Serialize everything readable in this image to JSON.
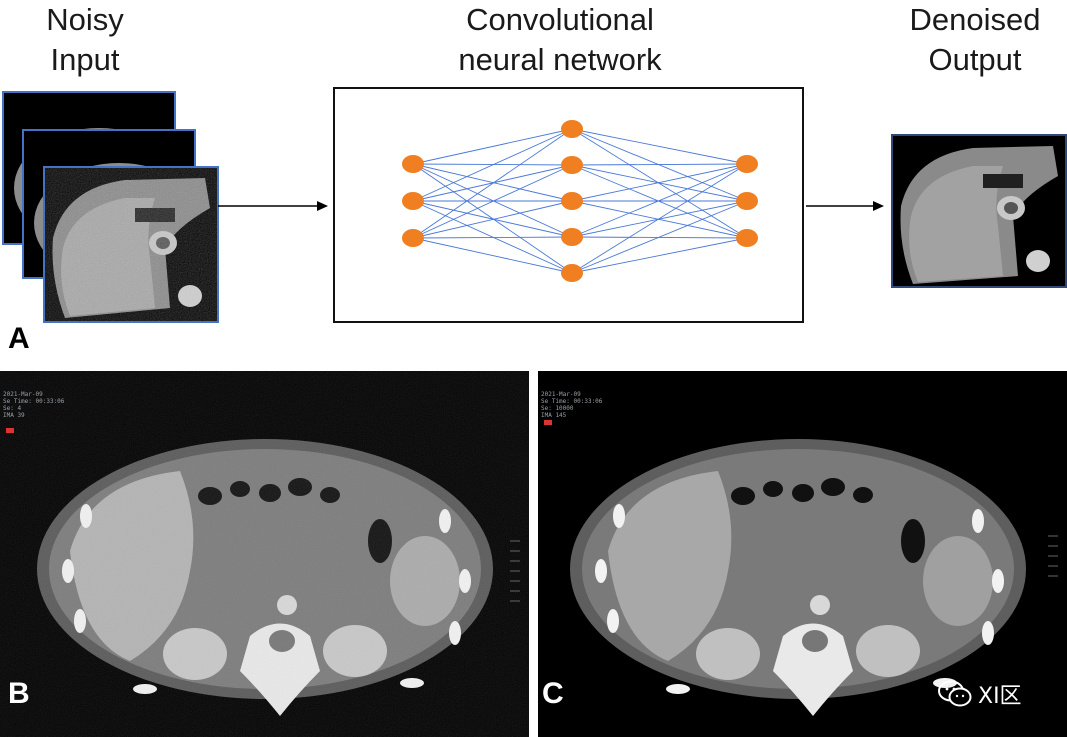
{
  "titles": {
    "input": "Noisy\nInput",
    "network": "Convolutional\nneural network",
    "output": "Denoised\nOutput"
  },
  "panels": {
    "a": "A",
    "b": "B",
    "c": "C"
  },
  "scan_b": {
    "meta": "2021-Mar-09\nSe Time: 00:33:06\nSe: 4\nIMA 39"
  },
  "scan_c": {
    "meta": "2021-Mar-09\nSe Time: 00:33:06\nSe: 10000\nIMA 145"
  },
  "watermark": {
    "text": "XI区",
    "icon": "wechat-icon"
  },
  "network": {
    "layers": [
      3,
      5,
      3
    ],
    "node_color": "#f07f22",
    "edge_color": "#4a78d8"
  },
  "colors": {
    "frame": "#4472c4"
  }
}
